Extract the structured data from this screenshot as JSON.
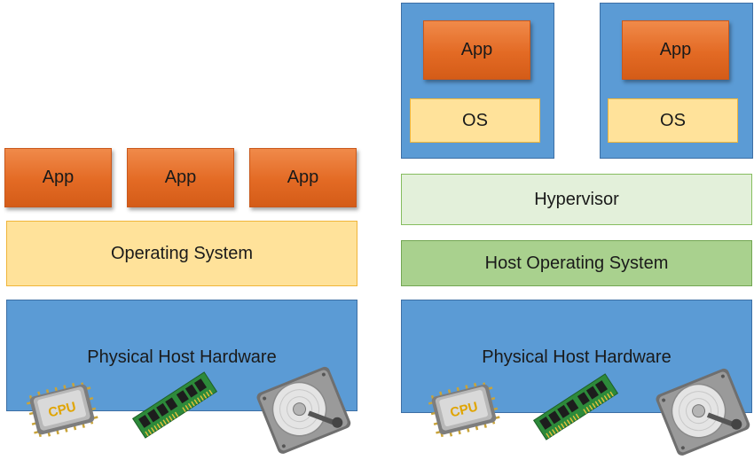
{
  "left_stack": {
    "apps": [
      {
        "label": "App"
      },
      {
        "label": "App"
      },
      {
        "label": "App"
      }
    ],
    "os_label": "Operating System",
    "hardware_label": "Physical Host Hardware"
  },
  "right_stack": {
    "vms": [
      {
        "app_label": "App",
        "os_label": "OS"
      },
      {
        "app_label": "App",
        "os_label": "OS"
      }
    ],
    "hypervisor_label": "Hypervisor",
    "host_os_label": "Host Operating System",
    "hardware_label": "Physical Host Hardware"
  },
  "hardware_icons": [
    "cpu-chip-icon",
    "ram-module-icon",
    "hard-drive-icon"
  ],
  "cpu_chip_text": "CPU",
  "colors": {
    "app": "#e36a24",
    "os": "#ffe29a",
    "vm_and_hardware": "#5b9bd5",
    "hypervisor": "#e3f0da",
    "host_os": "#a9d18e"
  }
}
